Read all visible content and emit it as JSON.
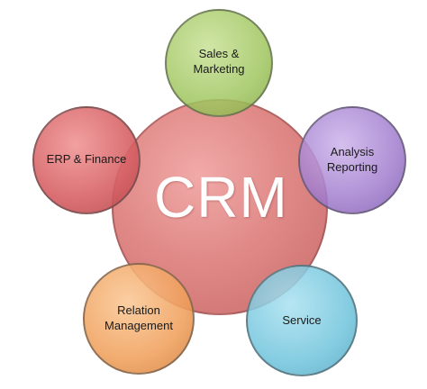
{
  "center": {
    "label": "CRM",
    "color": "#d97777"
  },
  "nodes": [
    {
      "id": "sales",
      "label": "Sales &\nMarketing",
      "color": "#a7c96b"
    },
    {
      "id": "analysis",
      "label": "Analysis\nReporting",
      "color": "#9b7bc6"
    },
    {
      "id": "service",
      "label": "Service",
      "color": "#6fc2d9"
    },
    {
      "id": "relation",
      "label": "Relation\nManagement",
      "color": "#f0a35c"
    },
    {
      "id": "erp",
      "label": "ERP & Finance",
      "color": "#d86b6f"
    }
  ]
}
